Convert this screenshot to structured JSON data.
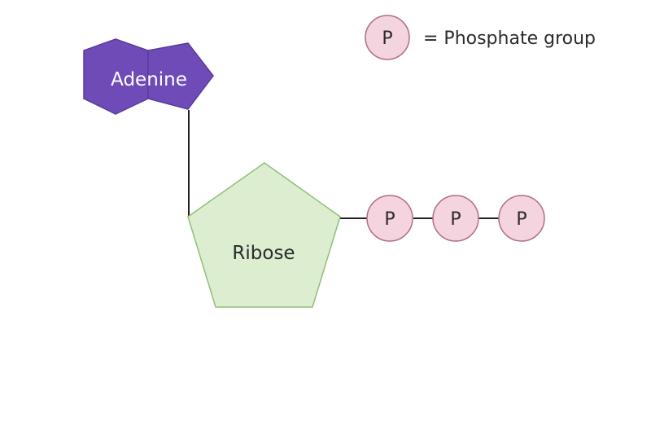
{
  "legend": {
    "symbol": "P",
    "text": "= Phosphate group"
  },
  "nodes": {
    "adenine": {
      "label": "Adenine"
    },
    "ribose": {
      "label": "Ribose"
    },
    "phosphates": [
      {
        "label": "P"
      },
      {
        "label": "P"
      },
      {
        "label": "P"
      }
    ]
  },
  "colors": {
    "adenine_fill": "#6f4bb8",
    "adenine_stroke": "#5a3a9e",
    "adenine_text": "#ffffff",
    "ribose_fill": "#dcedd0",
    "ribose_stroke": "#8fbf7a",
    "phosphate_fill": "#f3d4df",
    "phosphate_stroke": "#b06d89",
    "text_dark": "#2b2b2b",
    "line": "#222222"
  }
}
